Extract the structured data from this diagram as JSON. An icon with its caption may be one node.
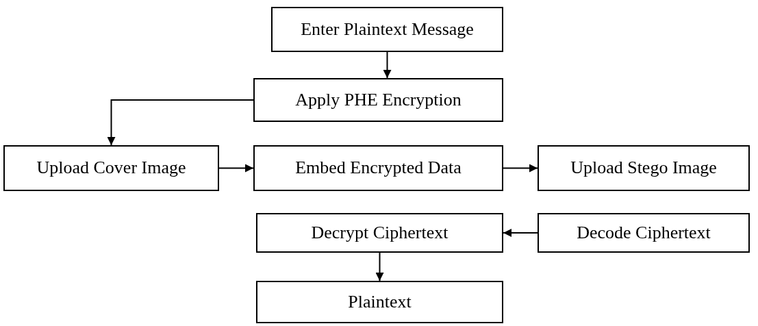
{
  "diagram": {
    "nodes": [
      {
        "text": [
          "Enter Plaintext Message"
        ]
      },
      {
        "text": [
          "Apply PHE Encryption"
        ]
      },
      {
        "text": [
          "Upload Cover Image"
        ]
      },
      {
        "text": [
          "Embed Encrypted Data"
        ]
      },
      {
        "text": [
          "Upload Stego Image"
        ]
      },
      {
        "text": [
          "Decrypt Ciphertext"
        ]
      },
      {
        "text": [
          "Decode Ciphertext"
        ]
      },
      {
        "text": [
          "Plaintext"
        ]
      }
    ],
    "edges": [
      {
        "from": 0,
        "to": 1,
        "arrow": "to"
      },
      {
        "from": 1,
        "to": 2,
        "arrow": "to"
      },
      {
        "from": 2,
        "to": 3,
        "arrow": "to"
      },
      {
        "from": 3,
        "to": 4,
        "arrow": "to"
      },
      {
        "from": 6,
        "to": 5,
        "arrow": "to"
      },
      {
        "from": 5,
        "to": 7,
        "arrow": "to"
      }
    ]
  }
}
